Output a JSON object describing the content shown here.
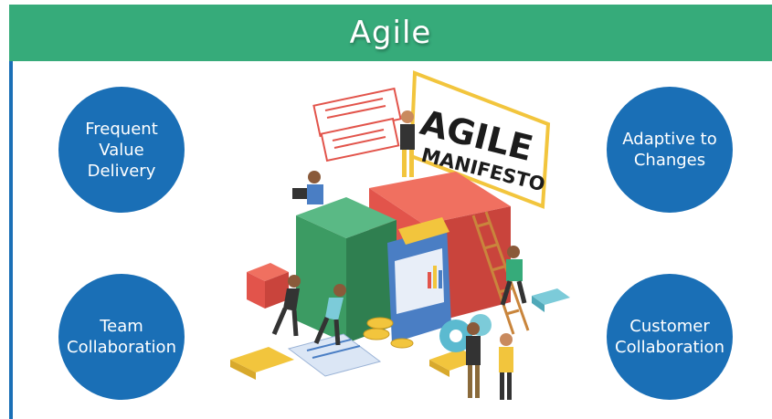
{
  "title": "Agile",
  "circles": [
    {
      "label": "Frequent\nValue\nDelivery"
    },
    {
      "label": "Adaptive to\nChanges"
    },
    {
      "label": "Team\nCollaboration"
    },
    {
      "label": "Customer\nCollaboration"
    }
  ],
  "illustration": {
    "sign_line1": "AGILE",
    "sign_line2": "MANIFESTO"
  },
  "colors": {
    "title_bar": "#36ab7a",
    "circle": "#1a6fb6",
    "red_block": "#e2544b",
    "green_block": "#3c9b63",
    "blue_block": "#4a7ec4",
    "yellow": "#f2c53d"
  }
}
